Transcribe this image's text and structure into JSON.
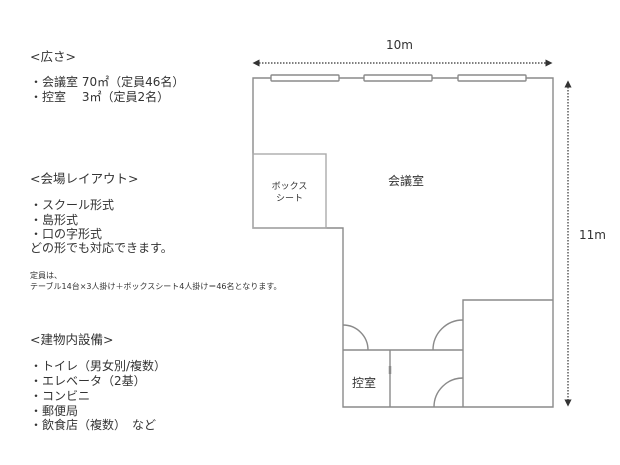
{
  "info": {
    "area": {
      "heading": "<広さ>",
      "items": [
        "・会議室 70㎡（定員46名）",
        "・控室　 3㎡（定員2名）"
      ]
    },
    "layout": {
      "heading": "<会場レイアウト>",
      "items": [
        "・スクール形式",
        "・島形式",
        "・口の字形式"
      ],
      "note": "どの形でも対応できます。"
    },
    "capacity": {
      "line1": "定員は、",
      "line2": "テーブル14台×3人掛け＋ボックスシート4人掛け＝46名となります。"
    },
    "facilities": {
      "heading": "<建物内設備>",
      "items": [
        "・トイレ（男女別/複数）",
        "・エレベータ（2基）",
        "・コンビニ",
        "・郵便局",
        "・飲食店（複数）　など"
      ]
    }
  },
  "floor_plan": {
    "width_label": "10m",
    "height_label": "11m",
    "rooms": {
      "meeting_room": "会議室",
      "box_seat_line1": "ボックス",
      "box_seat_line2": "シート",
      "waiting_room": "控室"
    },
    "colors": {
      "wall": "#8a8a8a",
      "dim_line": "#333333",
      "text": "#333333"
    }
  }
}
